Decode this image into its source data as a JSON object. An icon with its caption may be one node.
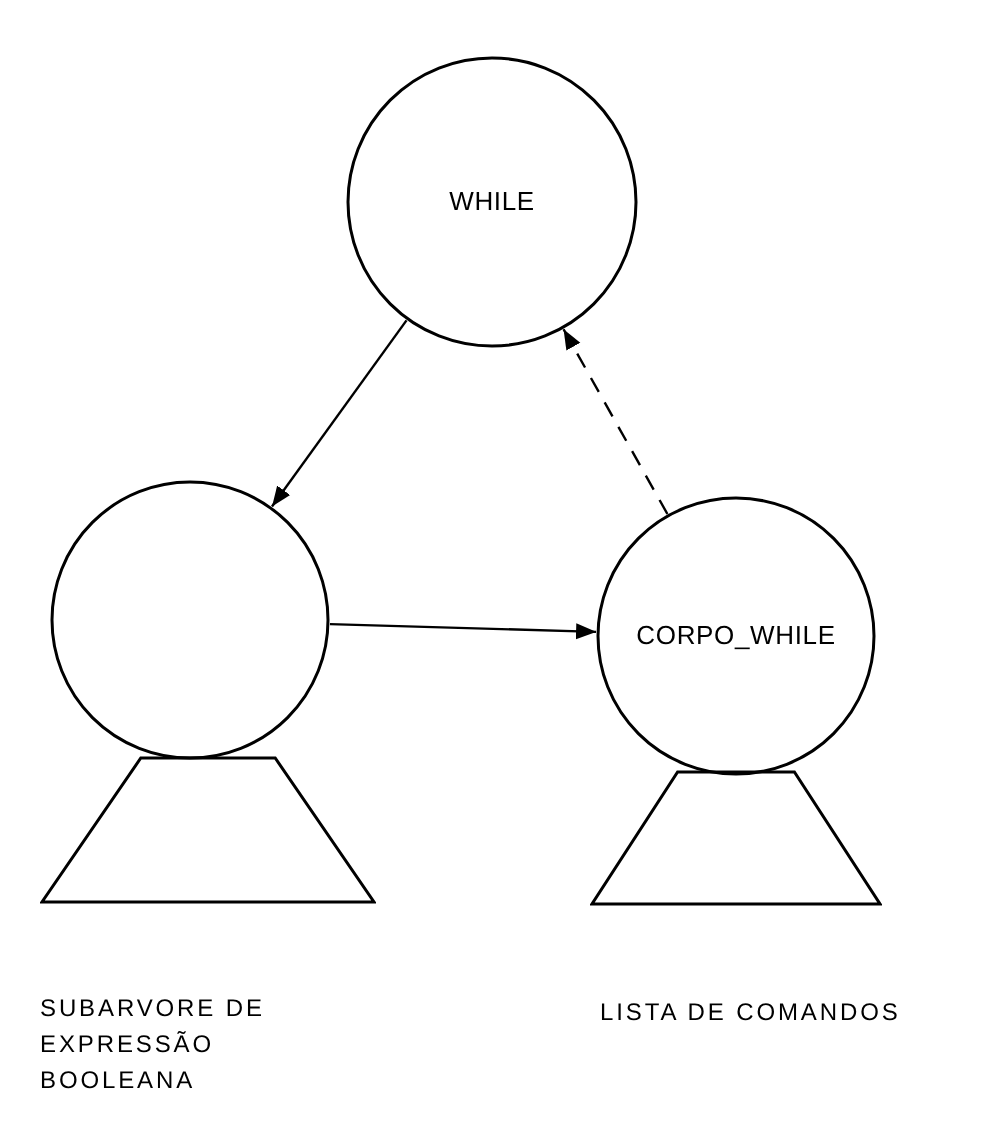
{
  "diagram": {
    "nodes": [
      {
        "text": [
          "WHILE"
        ]
      },
      {
        "text": [],
        "shape": "circle"
      },
      {
        "text": [
          "CORPO_WHILE"
        ]
      },
      {
        "text": [],
        "shape": "triangle"
      },
      {
        "text": [],
        "shape": "triangle"
      }
    ],
    "labels": [
      "SUBARVORE DE EXPRESSÃO BOOLEANA",
      "LISTA DE COMANDOS"
    ],
    "edges": [
      {
        "from": 0,
        "to": 1,
        "arrow": "to"
      },
      {
        "from": 1,
        "to": 2,
        "arrow": "to"
      },
      {
        "from": 2,
        "to": 0,
        "arrow": "to",
        "style": "dashed"
      }
    ]
  }
}
